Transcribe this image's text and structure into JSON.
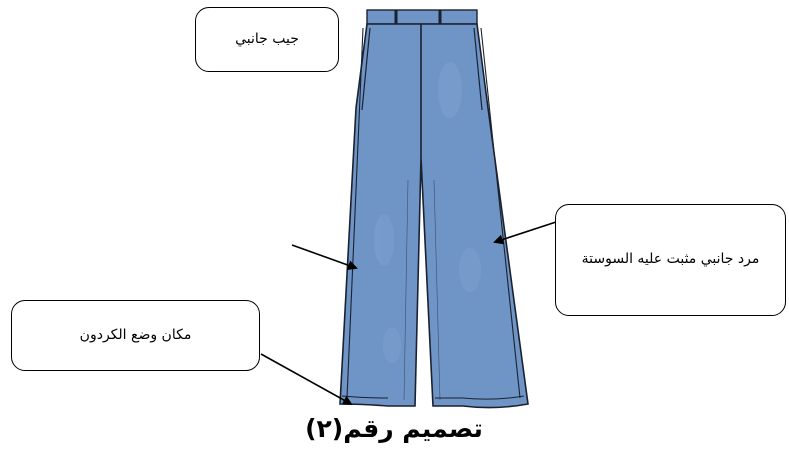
{
  "callouts": {
    "side_pocket": "جيب جانبي",
    "side_seam_zipper": "مرد جانبي مثبت عليه السوستة",
    "drawstring_place": "مكان وضع الكردون"
  },
  "caption": "تصميم رقم(٢)",
  "colors": {
    "trouser_fill": "#6f94c6",
    "trouser_shade": "#7da2d0",
    "outline": "#1a2130",
    "text": "#000000"
  },
  "icons": [
    "arrow-pointer-icon"
  ]
}
